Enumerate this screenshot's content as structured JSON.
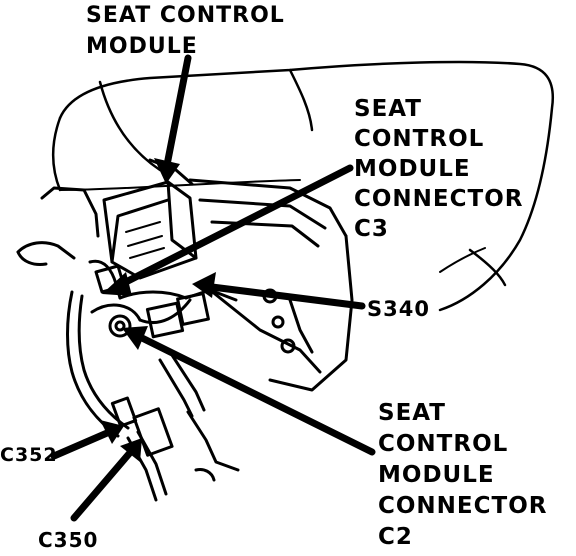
{
  "diagram": {
    "callouts": {
      "seat_control_module": [
        "SEAT CONTROL",
        "MODULE"
      ],
      "connector_c3": [
        "SEAT",
        "CONTROL",
        "MODULE",
        "CONNECTOR",
        "C3"
      ],
      "s340": "S340",
      "connector_c2": [
        "SEAT",
        "CONTROL",
        "MODULE",
        "CONNECTOR",
        "C2"
      ],
      "c352": "C352",
      "c350": "C350"
    },
    "ink_color": "#000000",
    "paper_color": "#ffffff"
  }
}
